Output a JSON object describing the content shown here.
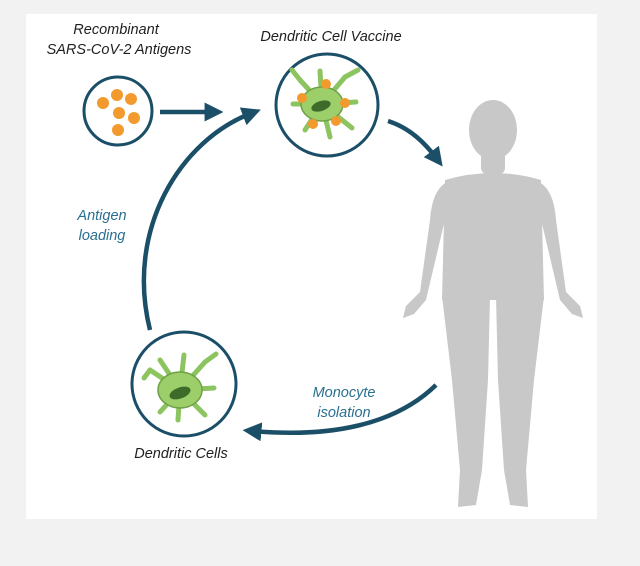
{
  "labels": {
    "antigens_line1": "Recombinant",
    "antigens_line2": "SARS-CoV-2 Antigens",
    "vaccine": "Dendritic Cell Vaccine",
    "antigen_loading_line1": "Antigen",
    "antigen_loading_line2": "loading",
    "monocyte_line1": "Monocyte",
    "monocyte_line2": "isolation",
    "dendritic_cells": "Dendritic Cells"
  },
  "colors": {
    "arrow": "#1b4e67",
    "circle_stroke": "#1b4e67",
    "antigen_orange": "#f29a2e",
    "cell_green": "#9ccf6a",
    "cell_green_dark": "#6fa046",
    "nucleus": "#3d6b2a",
    "human_silhouette": "#c8c8c8",
    "label_text": "#1f1f1f",
    "process_text": "#2a6f8f"
  },
  "icons": [
    "antigen-dots-icon",
    "dendritic-cell-vaccine-icon",
    "dendritic-cell-icon",
    "human-silhouette-icon"
  ]
}
